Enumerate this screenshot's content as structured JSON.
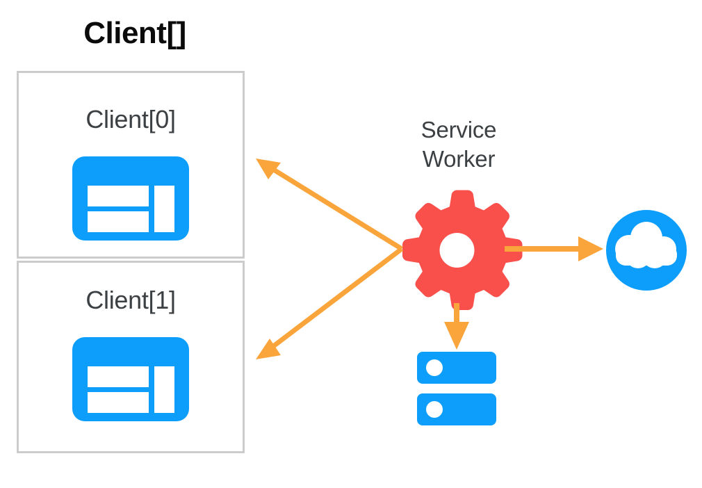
{
  "diagram": {
    "title": "Client[]",
    "colors": {
      "client_blue": "#0d9dfb",
      "service_worker_red": "#f9504c",
      "arrow_orange": "#f9a53c",
      "box_border_gray": "#cccccc",
      "label_gray": "#3c4043",
      "title_black": "#0b0b0b",
      "background": "#ffffff"
    },
    "clients": [
      {
        "label": "Client[0]",
        "icon": "browser-window-icon"
      },
      {
        "label": "Client[1]",
        "icon": "browser-window-icon"
      }
    ],
    "service_worker": {
      "label_line1": "Service",
      "label_line2": "Worker",
      "icon": "gear-icon"
    },
    "nodes": [
      {
        "name": "cloud",
        "icon": "cloud-icon"
      },
      {
        "name": "database",
        "icon": "database-icon"
      }
    ],
    "arrows": [
      {
        "name": "sw-to-client-0",
        "from": "service-worker",
        "to": "client-0",
        "direction": "up-left"
      },
      {
        "name": "sw-to-client-1",
        "from": "service-worker",
        "to": "client-1",
        "direction": "down-left"
      },
      {
        "name": "sw-to-cloud",
        "from": "service-worker",
        "to": "cloud",
        "direction": "right"
      },
      {
        "name": "sw-to-database",
        "from": "service-worker",
        "to": "database",
        "direction": "down"
      }
    ]
  }
}
